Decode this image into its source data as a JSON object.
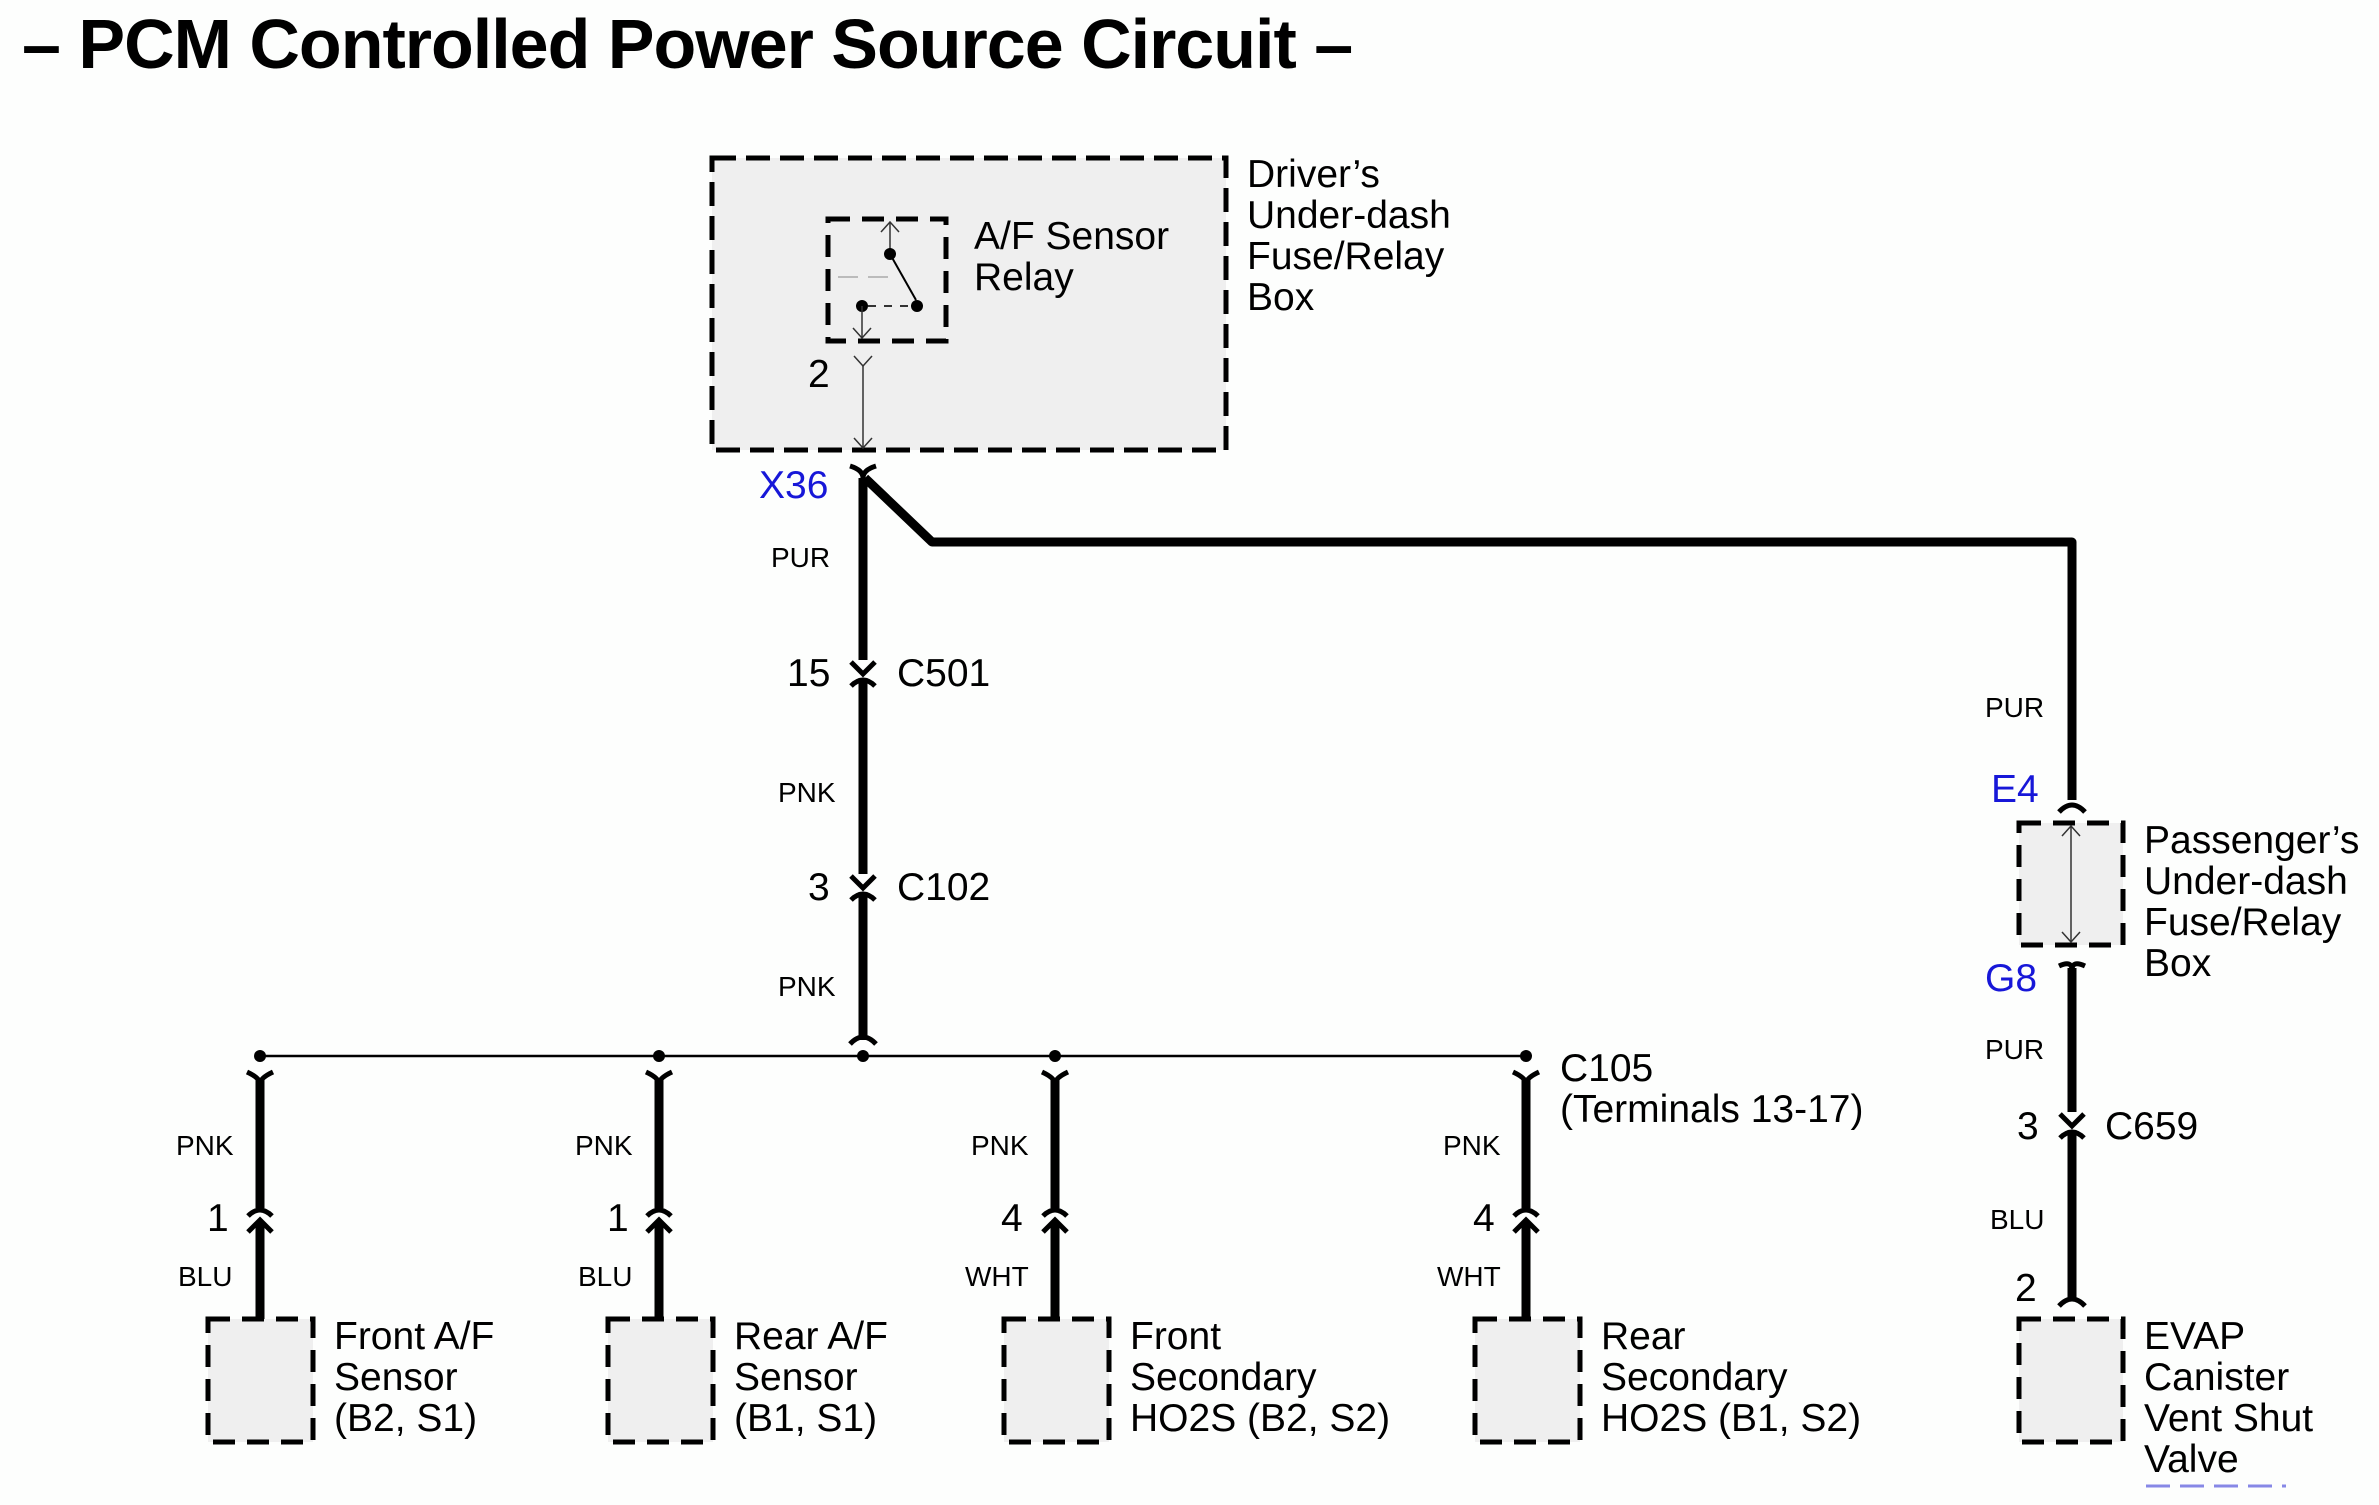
{
  "title": "– PCM Controlled Power Source Circuit –",
  "colors": {
    "wire": "#000000",
    "component_fill": "#efefef",
    "connector_id": "#1717d8",
    "background": "#fdfefd"
  },
  "driver_fuse_box": {
    "label": "Driver’s\nUnder-dash\nFuse/Relay\nBox",
    "relay_label": "A/F Sensor\nRelay",
    "relay_terminal": "2",
    "output_connector": "X36"
  },
  "main_feed": {
    "wire_color_1": "PUR",
    "c501": {
      "terminal": "15",
      "name": "C501"
    },
    "wire_color_2": "PNK",
    "c102": {
      "terminal": "3",
      "name": "C102"
    },
    "wire_color_3": "PNK"
  },
  "bus": {
    "connector": "C105",
    "connector_note": "(Terminals 13-17)"
  },
  "sensors": [
    {
      "upper_wire": "PNK",
      "terminal": "1",
      "lower_wire": "BLU",
      "label": "Front A/F\nSensor\n(B2, S1)"
    },
    {
      "upper_wire": "PNK",
      "terminal": "1",
      "lower_wire": "BLU",
      "label": "Rear A/F\nSensor\n(B1, S1)"
    },
    {
      "upper_wire": "PNK",
      "terminal": "4",
      "lower_wire": "WHT",
      "label": "Front\nSecondary\nHO2S (B2, S2)"
    },
    {
      "upper_wire": "PNK",
      "terminal": "4",
      "lower_wire": "WHT",
      "label": "Rear\nSecondary\nHO2S (B1, S2)"
    }
  ],
  "evap_branch": {
    "wire_color_1": "PUR",
    "input_connector": "E4",
    "passenger_box_label": "Passenger’s\nUnder-dash\nFuse/Relay\nBox",
    "output_connector": "G8",
    "wire_color_2": "PUR",
    "c659": {
      "terminal": "3",
      "name": "C659"
    },
    "wire_color_3": "BLU",
    "valve_terminal": "2",
    "valve_label": "EVAP\nCanister\nVent Shut\nValve"
  }
}
